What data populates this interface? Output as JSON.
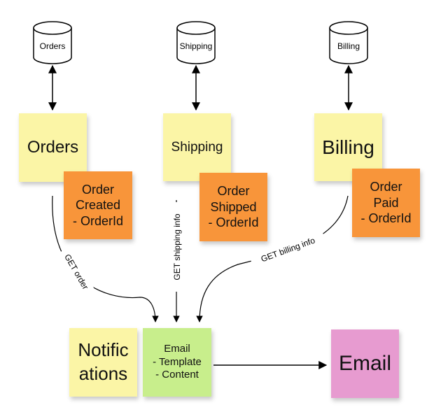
{
  "databases": [
    {
      "label": "Orders"
    },
    {
      "label": "Shipping"
    },
    {
      "label": "Billing"
    }
  ],
  "services": [
    {
      "label": "Orders"
    },
    {
      "label": "Shipping"
    },
    {
      "label": "Billing"
    }
  ],
  "events": [
    {
      "label": "Order\nCreated\n- OrderId"
    },
    {
      "label": "Order\nShipped\n- OrderId"
    },
    {
      "label": "Order\nPaid\n- OrderId"
    }
  ],
  "notifications": {
    "label": "Notific\nations"
  },
  "email_component": {
    "label": "Email\n- Template\n- Content"
  },
  "email_output": {
    "label": "Email"
  },
  "connections": [
    {
      "label": "GET order"
    },
    {
      "label": "GET shipping info"
    },
    {
      "label": "GET billing info"
    }
  ],
  "colors": {
    "service_note": "#fbf5a6",
    "event_note": "#f8953a",
    "component_note": "#c8ee8c",
    "output_note": "#e79bd0"
  }
}
